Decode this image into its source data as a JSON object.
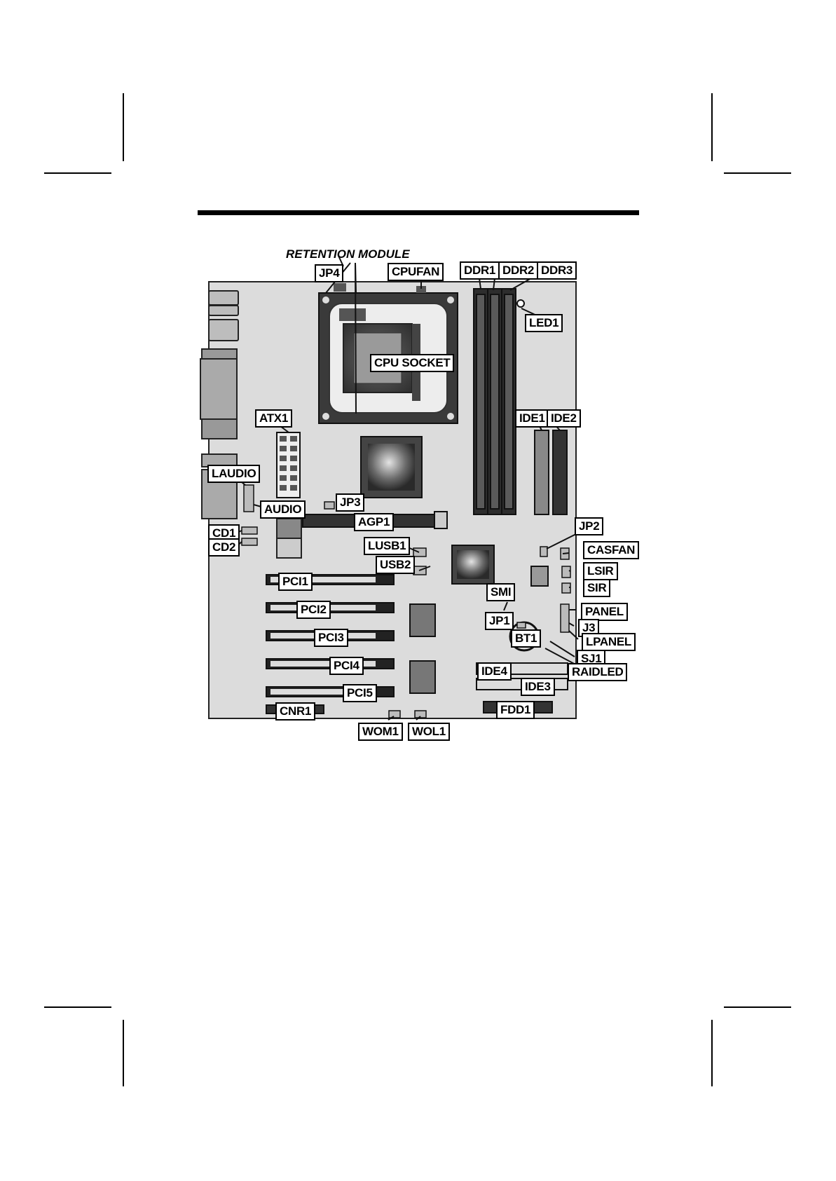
{
  "title": "RETENTION MODULE",
  "labels": {
    "jp4": "JP4",
    "cpufan": "CPUFAN",
    "ddr1": "DDR1",
    "ddr2": "DDR2",
    "ddr3": "DDR3",
    "led1": "LED1",
    "cpu_socket": "CPU SOCKET",
    "atx1": "ATX1",
    "ide1": "IDE1",
    "ide2": "IDE2",
    "laudio": "LAUDIO",
    "audio": "AUDIO",
    "jp3": "JP3",
    "agp1": "AGP1",
    "cd1": "CD1",
    "cd2": "CD2",
    "lusb1": "LUSB1",
    "usb2": "USB2",
    "jp2": "JP2",
    "casfan": "CASFAN",
    "lsir": "LSIR",
    "sir": "SIR",
    "pci1": "PCI1",
    "pci2": "PCI2",
    "pci3": "PCI3",
    "pci4": "PCI4",
    "pci5": "PCI5",
    "smi": "SMI",
    "jp1": "JP1",
    "panel": "PANEL",
    "j3": "J3",
    "bt1": "BT1",
    "lpanel": "LPANEL",
    "sj1": "SJ1",
    "raidled": "RAIDLED",
    "ide4": "IDE4",
    "ide3": "IDE3",
    "cnr1": "CNR1",
    "fdd1": "FDD1",
    "wom1": "WOM1",
    "wol1": "WOL1"
  }
}
